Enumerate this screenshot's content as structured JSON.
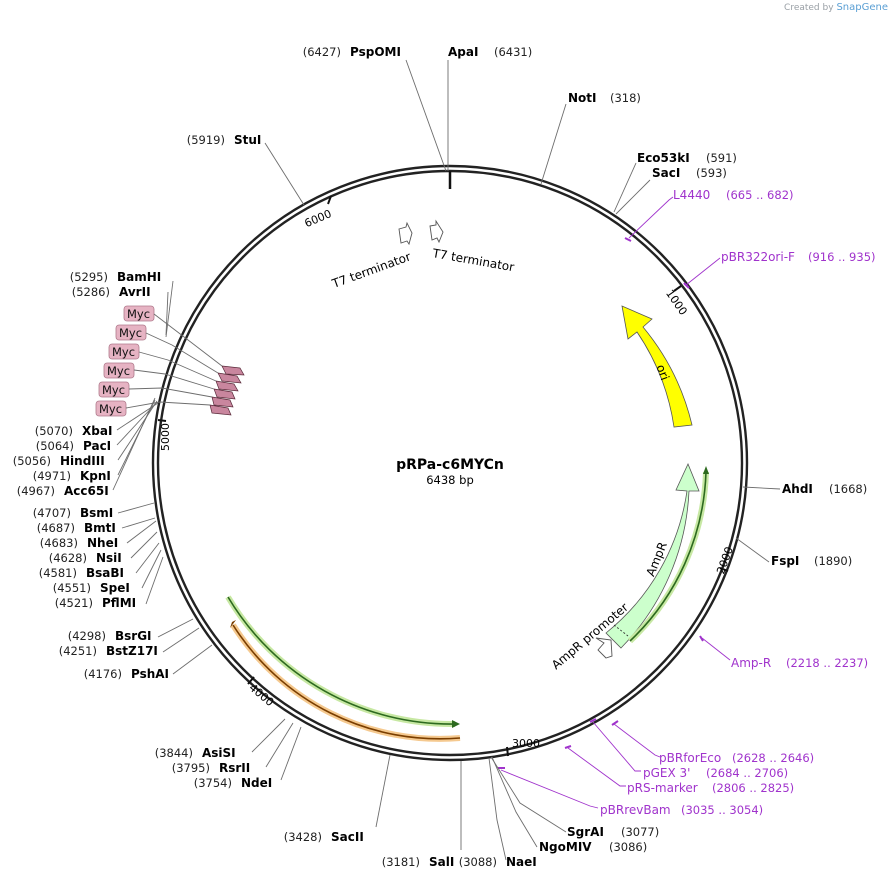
{
  "app": {
    "credit_prefix": "Created by",
    "credit_brand": "SnapGene"
  },
  "plasmid": {
    "name": "pRPa-c6MYCn",
    "size_label": "6438 bp",
    "length_bp": 6438
  },
  "ticks": [
    "1000",
    "2000",
    "3000",
    "4000",
    "5000",
    "6000"
  ],
  "sites_right": [
    {
      "name": "ApaI",
      "pos": "(6431)"
    },
    {
      "name": "NotI",
      "pos": "(318)"
    },
    {
      "name": "Eco53kI",
      "pos": "(591)"
    },
    {
      "name": "SacI",
      "pos": "(593)"
    },
    {
      "name": "AhdI",
      "pos": "(1668)"
    },
    {
      "name": "FspI",
      "pos": "(1890)"
    },
    {
      "name": "SgrAI",
      "pos": "(3077)"
    },
    {
      "name": "NgoMIV",
      "pos": "(3086)"
    }
  ],
  "sites_left": [
    {
      "name": "PspOMI",
      "pos": "(6427)"
    },
    {
      "name": "StuI",
      "pos": "(5919)"
    },
    {
      "name": "BamHI",
      "pos": "(5295)"
    },
    {
      "name": "AvrII",
      "pos": "(5286)"
    },
    {
      "name": "XbaI",
      "pos": "(5070)"
    },
    {
      "name": "PacI",
      "pos": "(5064)"
    },
    {
      "name": "HindIII",
      "pos": "(5056)"
    },
    {
      "name": "KpnI",
      "pos": "(4971)"
    },
    {
      "name": "Acc65I",
      "pos": "(4967)"
    },
    {
      "name": "BsmI",
      "pos": "(4707)"
    },
    {
      "name": "BmtI",
      "pos": "(4687)"
    },
    {
      "name": "NheI",
      "pos": "(4683)"
    },
    {
      "name": "NsiI",
      "pos": "(4628)"
    },
    {
      "name": "BsaBI",
      "pos": "(4581)"
    },
    {
      "name": "SpeI",
      "pos": "(4551)"
    },
    {
      "name": "PflMI",
      "pos": "(4521)"
    },
    {
      "name": "BsrGI",
      "pos": "(4298)"
    },
    {
      "name": "BstZ17I",
      "pos": "(4251)"
    },
    {
      "name": "PshAI",
      "pos": "(4176)"
    },
    {
      "name": "AsiSI",
      "pos": "(3844)"
    },
    {
      "name": "RsrII",
      "pos": "(3795)"
    },
    {
      "name": "NdeI",
      "pos": "(3754)"
    },
    {
      "name": "SacII",
      "pos": "(3428)"
    },
    {
      "name": "SalI",
      "pos": "(3181)"
    },
    {
      "name": "NaeI",
      "pos": "(3088)"
    }
  ],
  "primers": [
    {
      "name": "L4440",
      "range": "(665 .. 682)"
    },
    {
      "name": "pBR322ori-F",
      "range": "(916 .. 935)"
    },
    {
      "name": "Amp-R",
      "range": "(2218 .. 2237)"
    },
    {
      "name": "pBRforEco",
      "range": "(2628 .. 2646)"
    },
    {
      "name": "pGEX 3'",
      "range": "(2684 .. 2706)"
    },
    {
      "name": "pRS-marker",
      "range": "(2806 .. 2825)"
    },
    {
      "name": "pBRrevBam",
      "range": "(3035 .. 3054)"
    }
  ],
  "features": [
    {
      "name": "T7 terminator"
    },
    {
      "name": "T7 terminator"
    },
    {
      "name": "ori"
    },
    {
      "name": "AmpR"
    },
    {
      "name": "AmpR promoter"
    },
    {
      "name": "Myc"
    },
    {
      "name": "Myc"
    },
    {
      "name": "Myc"
    },
    {
      "name": "Myc"
    },
    {
      "name": "Myc"
    },
    {
      "name": "Myc"
    }
  ],
  "colors": {
    "ori": "#ffff00",
    "ampr": "#ccffcc",
    "primer": "#a033cc",
    "myc": "#e6b3c3",
    "orange_orf": "#f5b041"
  }
}
